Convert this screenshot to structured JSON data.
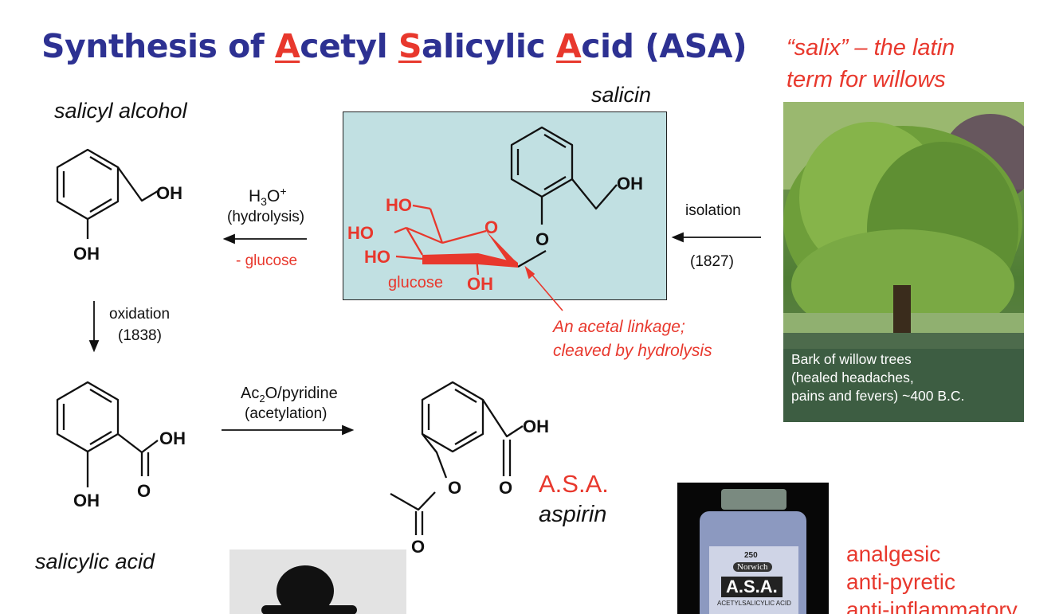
{
  "title": {
    "part1": "Synthesis of ",
    "a1": "A",
    "part2": "cetyl ",
    "s": "S",
    "part3": "alicylic ",
    "a2": "A",
    "part4": "cid (ASA)"
  },
  "salix_note": {
    "line1": "“salix” – the latin",
    "line2": "term for willows"
  },
  "salicyl_alcohol_label": "salicyl alcohol",
  "salicin_label": "salicin",
  "salicylic_acid_label": "salicylic acid",
  "atoms": {
    "oh": "OH",
    "ho": "HO",
    "o": "O",
    "glucose": "glucose"
  },
  "hydrolysis": {
    "reagent_main": "H",
    "reagent_sub": "3",
    "reagent_o": "O",
    "reagent_sup": "+",
    "label": "(hydrolysis)",
    "byproduct": "- glucose"
  },
  "isolation": {
    "label": "isolation",
    "year": "(1827)"
  },
  "oxidation": {
    "label": "oxidation",
    "year": "(1838)"
  },
  "acetylation": {
    "reagent_pre": "Ac",
    "reagent_sub": "2",
    "reagent_post": "O/pyridine",
    "label": "(acetylation)"
  },
  "acetal_note": {
    "line1": "An acetal linkage;",
    "line2": "cleaved by hydrolysis"
  },
  "asa": {
    "abbr": "A.S.A.",
    "name": "aspirin"
  },
  "willow_caption": {
    "line1": "Bark of willow trees",
    "line2": "(healed headaches,",
    "line3": "pains and fevers) ~400 B.C."
  },
  "bottle": {
    "count": "250",
    "brand": "Norwich",
    "label": "A.S.A.",
    "fine": "ACETYLSALICYLIC ACID"
  },
  "uses": [
    "analgesic",
    "anti-pyretic",
    "anti-inflammatory"
  ],
  "colors": {
    "title": "#2d3192",
    "accent_red": "#e8382d",
    "salicin_box": "#c1e0e2"
  }
}
